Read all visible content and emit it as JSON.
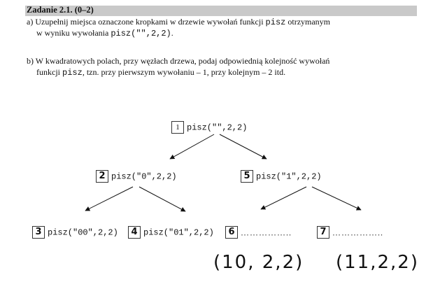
{
  "task": {
    "title": "Zadanie 2.1. (0–2)",
    "part_a": {
      "line1_pre": "a) Uzupełnij miejsca oznaczone kropkami w drzewie wywołań funkcji ",
      "func": "pisz",
      "line1_post": " otrzymanym",
      "line2_pre": "w wyniku wywołania ",
      "call": "pisz(\"\",2,2)",
      "line2_post": "."
    },
    "part_b": {
      "line1": "b) W kwadratowych polach, przy węzłach drzewa, podaj odpowiednią kolejność wywołań",
      "line2_pre": "funkcji ",
      "func": "pisz",
      "line2_post": ", tzn. przy pierwszym wywołaniu – 1, przy kolejnym – 2 itd."
    }
  },
  "tree": {
    "root": {
      "order": "1",
      "call": "pisz(\"\",2,2)"
    },
    "n_left": {
      "order": "2",
      "call": "pisz(\"0\",2,2)"
    },
    "n_right": {
      "order": "5",
      "call": "pisz(\"1\",2,2)"
    },
    "leaf_1": {
      "order": "3",
      "call": "pisz(\"00\",2,2)"
    },
    "leaf_2": {
      "order": "4",
      "call": "pisz(\"01\",2,2)"
    },
    "leaf_3": {
      "order": "6",
      "dots": "…………….."
    },
    "leaf_4": {
      "order": "7",
      "dots": "…………….."
    }
  },
  "handwriting": {
    "answer_leaf_3": "(10, 2,2)",
    "answer_leaf_4": "(11,2,2)"
  }
}
